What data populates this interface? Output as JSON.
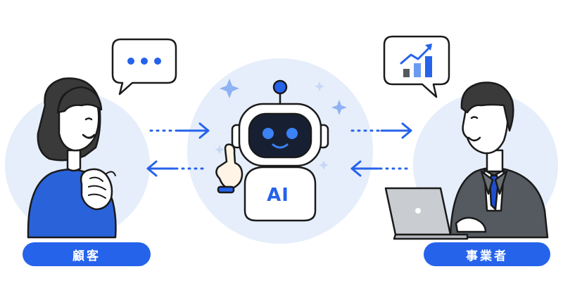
{
  "labels": {
    "customer": "顧客",
    "business": "事業者",
    "ai": "AI"
  },
  "colors": {
    "accent": "#2563eb",
    "circle_bg": "#e6eefb",
    "outline": "#1a1a1a",
    "customer_shirt": "#2a63d9",
    "suit": "#555a60",
    "tie": "#1f4fcf",
    "robot_face": "#172033",
    "robot_eyes": "#3b82f6",
    "laptop": "#c9ccd1"
  },
  "icons": {
    "customer_bubble": "typing-dots-icon",
    "business_bubble": "bar-chart-trend-icon",
    "sparkles": "sparkle-icon"
  }
}
